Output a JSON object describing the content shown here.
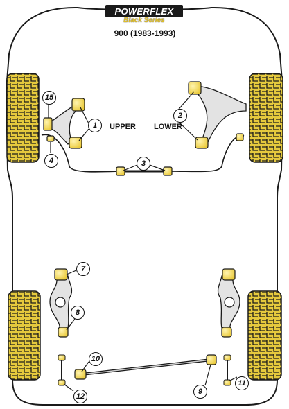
{
  "header": {
    "brand": "POWERFLEX",
    "series": "Black Series",
    "model": "900 (1983-1993)"
  },
  "labels": {
    "upper": "UPPER",
    "lower": "LOWER"
  },
  "callouts": [
    "15",
    "1",
    "4",
    "2",
    "3",
    "7",
    "8",
    "10",
    "12",
    "9",
    "11"
  ],
  "colors": {
    "bush": "#f2d34a",
    "tyre": "#e5c93d",
    "outline": "#1a1a1a",
    "arm": "#e3e3e3"
  }
}
